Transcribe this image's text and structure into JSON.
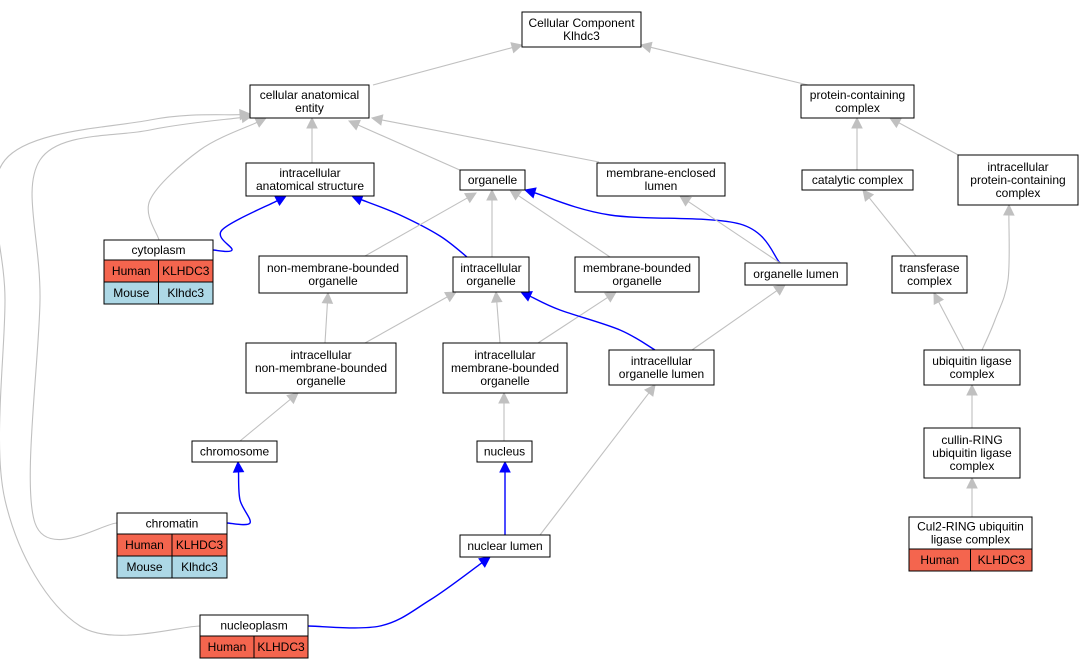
{
  "graph": {
    "nodes": [
      {
        "id": "root",
        "lines": [
          "Cellular Component",
          "Klhdc3"
        ]
      },
      {
        "id": "cae",
        "lines": [
          "cellular anatomical",
          "entity"
        ]
      },
      {
        "id": "pcc",
        "lines": [
          "protein-containing",
          "complex"
        ]
      },
      {
        "id": "ias",
        "lines": [
          "intracellular",
          "anatomical structure"
        ]
      },
      {
        "id": "organelle",
        "lines": [
          "organelle"
        ]
      },
      {
        "id": "mel",
        "lines": [
          "membrane-enclosed",
          "lumen"
        ]
      },
      {
        "id": "catalytic",
        "lines": [
          "catalytic complex"
        ]
      },
      {
        "id": "ipcc",
        "lines": [
          "intracellular",
          "protein-containing",
          "complex"
        ]
      },
      {
        "id": "cytoplasm",
        "lines": [
          "cytoplasm"
        ]
      },
      {
        "id": "nmbo",
        "lines": [
          "non-membrane-bounded",
          "organelle"
        ]
      },
      {
        "id": "io",
        "lines": [
          "intracellular",
          "organelle"
        ]
      },
      {
        "id": "mbo",
        "lines": [
          "membrane-bounded",
          "organelle"
        ]
      },
      {
        "id": "ol",
        "lines": [
          "organelle lumen"
        ]
      },
      {
        "id": "transferase",
        "lines": [
          "transferase",
          "complex"
        ]
      },
      {
        "id": "inmbo",
        "lines": [
          "intracellular",
          "non-membrane-bounded",
          "organelle"
        ]
      },
      {
        "id": "imbo",
        "lines": [
          "intracellular",
          "membrane-bounded",
          "organelle"
        ]
      },
      {
        "id": "iol",
        "lines": [
          "intracellular",
          "organelle lumen"
        ]
      },
      {
        "id": "ulc",
        "lines": [
          "ubiquitin ligase",
          "complex"
        ]
      },
      {
        "id": "chromosome",
        "lines": [
          "chromosome"
        ]
      },
      {
        "id": "nucleus",
        "lines": [
          "nucleus"
        ]
      },
      {
        "id": "crulc",
        "lines": [
          "cullin-RING",
          "ubiquitin ligase",
          "complex"
        ]
      },
      {
        "id": "chromatin",
        "lines": [
          "chromatin"
        ]
      },
      {
        "id": "nuclear_lumen",
        "lines": [
          "nuclear lumen"
        ]
      },
      {
        "id": "cul2",
        "lines": [
          "Cul2-RING ubiquitin",
          "ligase complex"
        ]
      },
      {
        "id": "nucleoplasm",
        "lines": [
          "nucleoplasm"
        ]
      }
    ],
    "annotations": [
      {
        "node": "cytoplasm",
        "rows": [
          {
            "species": "Human",
            "gene": "KLHDC3",
            "kind": "human"
          },
          {
            "species": "Mouse",
            "gene": "Klhdc3",
            "kind": "mouse"
          }
        ]
      },
      {
        "node": "chromatin",
        "rows": [
          {
            "species": "Human",
            "gene": "KLHDC3",
            "kind": "human"
          },
          {
            "species": "Mouse",
            "gene": "Klhdc3",
            "kind": "mouse"
          }
        ]
      },
      {
        "node": "cul2",
        "rows": [
          {
            "species": "Human",
            "gene": "KLHDC3",
            "kind": "human"
          }
        ]
      },
      {
        "node": "nucleoplasm",
        "rows": [
          {
            "species": "Human",
            "gene": "KLHDC3",
            "kind": "human"
          }
        ]
      }
    ],
    "edges": [
      {
        "from": "cae",
        "to": "root",
        "kind": "is_a"
      },
      {
        "from": "pcc",
        "to": "root",
        "kind": "is_a"
      },
      {
        "from": "ias",
        "to": "cae",
        "kind": "is_a"
      },
      {
        "from": "organelle",
        "to": "cae",
        "kind": "is_a"
      },
      {
        "from": "mel",
        "to": "cae",
        "kind": "is_a"
      },
      {
        "from": "cytoplasm",
        "to": "cae",
        "kind": "is_a"
      },
      {
        "from": "chromatin",
        "to": "cae",
        "kind": "is_a"
      },
      {
        "from": "nucleoplasm",
        "to": "cae",
        "kind": "is_a"
      },
      {
        "from": "catalytic",
        "to": "pcc",
        "kind": "is_a"
      },
      {
        "from": "ipcc",
        "to": "pcc",
        "kind": "is_a"
      },
      {
        "from": "cytoplasm",
        "to": "ias",
        "kind": "part_of"
      },
      {
        "from": "io",
        "to": "ias",
        "kind": "part_of"
      },
      {
        "from": "nmbo",
        "to": "organelle",
        "kind": "is_a"
      },
      {
        "from": "io",
        "to": "organelle",
        "kind": "is_a"
      },
      {
        "from": "mbo",
        "to": "organelle",
        "kind": "is_a"
      },
      {
        "from": "ol",
        "to": "organelle",
        "kind": "part_of"
      },
      {
        "from": "ol",
        "to": "mel",
        "kind": "is_a"
      },
      {
        "from": "transferase",
        "to": "catalytic",
        "kind": "is_a"
      },
      {
        "from": "inmbo",
        "to": "nmbo",
        "kind": "is_a"
      },
      {
        "from": "inmbo",
        "to": "io",
        "kind": "is_a"
      },
      {
        "from": "imbo",
        "to": "io",
        "kind": "is_a"
      },
      {
        "from": "imbo",
        "to": "mbo",
        "kind": "is_a"
      },
      {
        "from": "iol",
        "to": "io",
        "kind": "part_of"
      },
      {
        "from": "iol",
        "to": "ol",
        "kind": "is_a"
      },
      {
        "from": "ulc",
        "to": "transferase",
        "kind": "is_a"
      },
      {
        "from": "ulc",
        "to": "ipcc",
        "kind": "is_a"
      },
      {
        "from": "chromosome",
        "to": "inmbo",
        "kind": "is_a"
      },
      {
        "from": "nucleus",
        "to": "imbo",
        "kind": "is_a"
      },
      {
        "from": "crulc",
        "to": "ulc",
        "kind": "is_a"
      },
      {
        "from": "chromatin",
        "to": "chromosome",
        "kind": "part_of"
      },
      {
        "from": "nuclear_lumen",
        "to": "nucleus",
        "kind": "part_of"
      },
      {
        "from": "nuclear_lumen",
        "to": "iol",
        "kind": "is_a"
      },
      {
        "from": "cul2",
        "to": "crulc",
        "kind": "is_a"
      },
      {
        "from": "nucleoplasm",
        "to": "nuclear_lumen",
        "kind": "part_of"
      }
    ],
    "colors": {
      "is_a_edge": "#c0c0c0",
      "part_of_edge": "#0000ff",
      "human_cell": "#f4654e",
      "mouse_cell": "#add8e6",
      "node_border": "#000000",
      "node_fill": "#ffffff"
    }
  }
}
